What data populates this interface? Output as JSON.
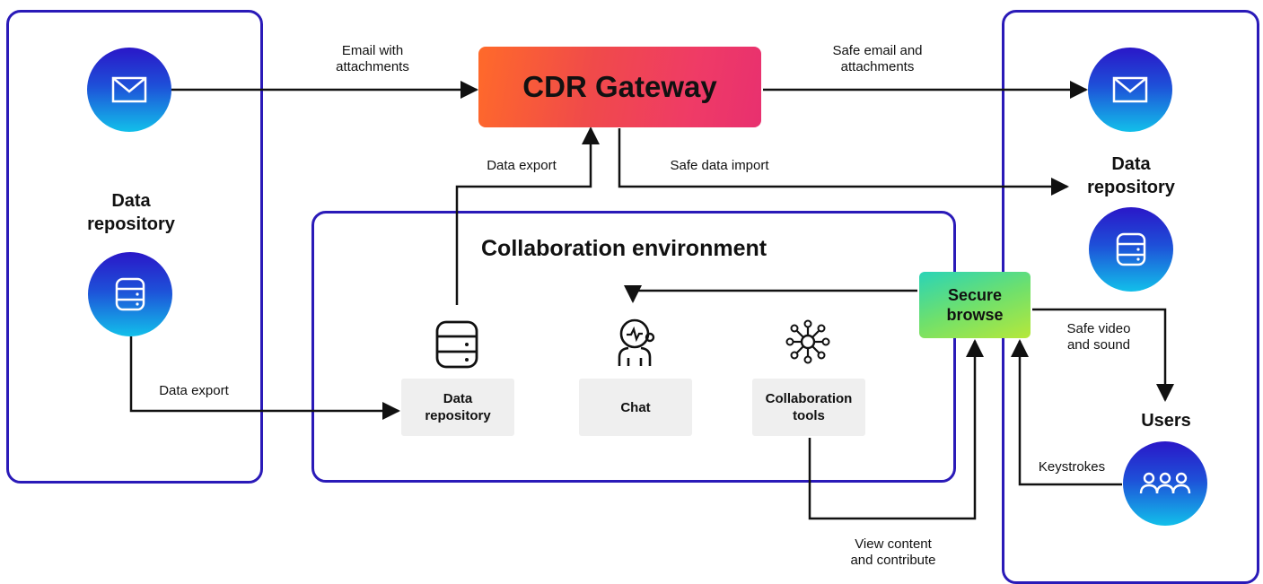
{
  "left_panel": {
    "heading": "Data\nrepository",
    "email_icon": "mail-icon",
    "db_icon": "database-icon"
  },
  "right_panel": {
    "heading": "Data\nrepository",
    "users_heading": "Users",
    "email_icon": "mail-icon",
    "db_icon": "database-icon",
    "users_icon": "users-icon"
  },
  "gateway": {
    "title": "CDR Gateway"
  },
  "collab": {
    "title": "Collaboration environment",
    "tiles": [
      {
        "label": "Data\nrepository",
        "icon": "database-icon"
      },
      {
        "label": "Chat",
        "icon": "support-agent-icon"
      },
      {
        "label": "Collaboration\ntools",
        "icon": "network-hub-icon"
      }
    ]
  },
  "secure_browse": {
    "label": "Secure\nbrowse"
  },
  "edges": {
    "email_in": "Email with\nattachments",
    "email_out": "Safe email and\nattachments",
    "data_export_top": "Data export",
    "safe_import": "Safe data import",
    "data_export_left": "Data export",
    "safe_video": "Safe video\nand sound",
    "keystrokes": "Keystrokes",
    "view_content": "View content\nand contribute"
  },
  "colors": {
    "panel_border": "#2a1ab8",
    "line": "#111111"
  }
}
